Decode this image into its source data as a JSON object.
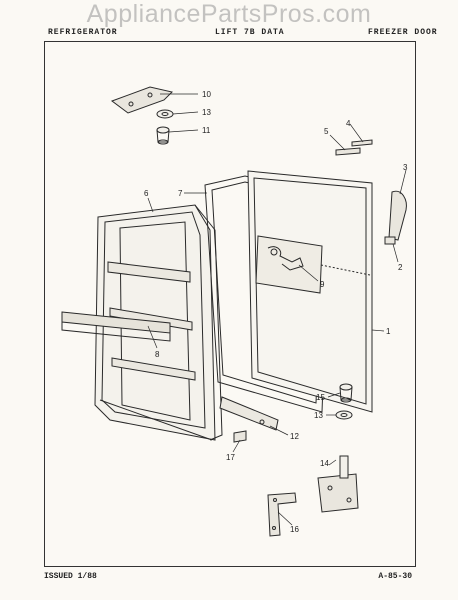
{
  "watermark": "AppliancePartsPros.com",
  "header": {
    "left": "REFRIGERATOR",
    "middle": "LIFT 7B DATA",
    "right": "FREEZER DOOR"
  },
  "footer": {
    "issued": "ISSUED 1/88",
    "page_code": "A-85-30"
  },
  "callouts": [
    "1",
    "2",
    "3",
    "4",
    "5",
    "6",
    "7",
    "8",
    "9",
    "10",
    "11",
    "12",
    "13",
    "13",
    "14",
    "15",
    "16",
    "17"
  ]
}
